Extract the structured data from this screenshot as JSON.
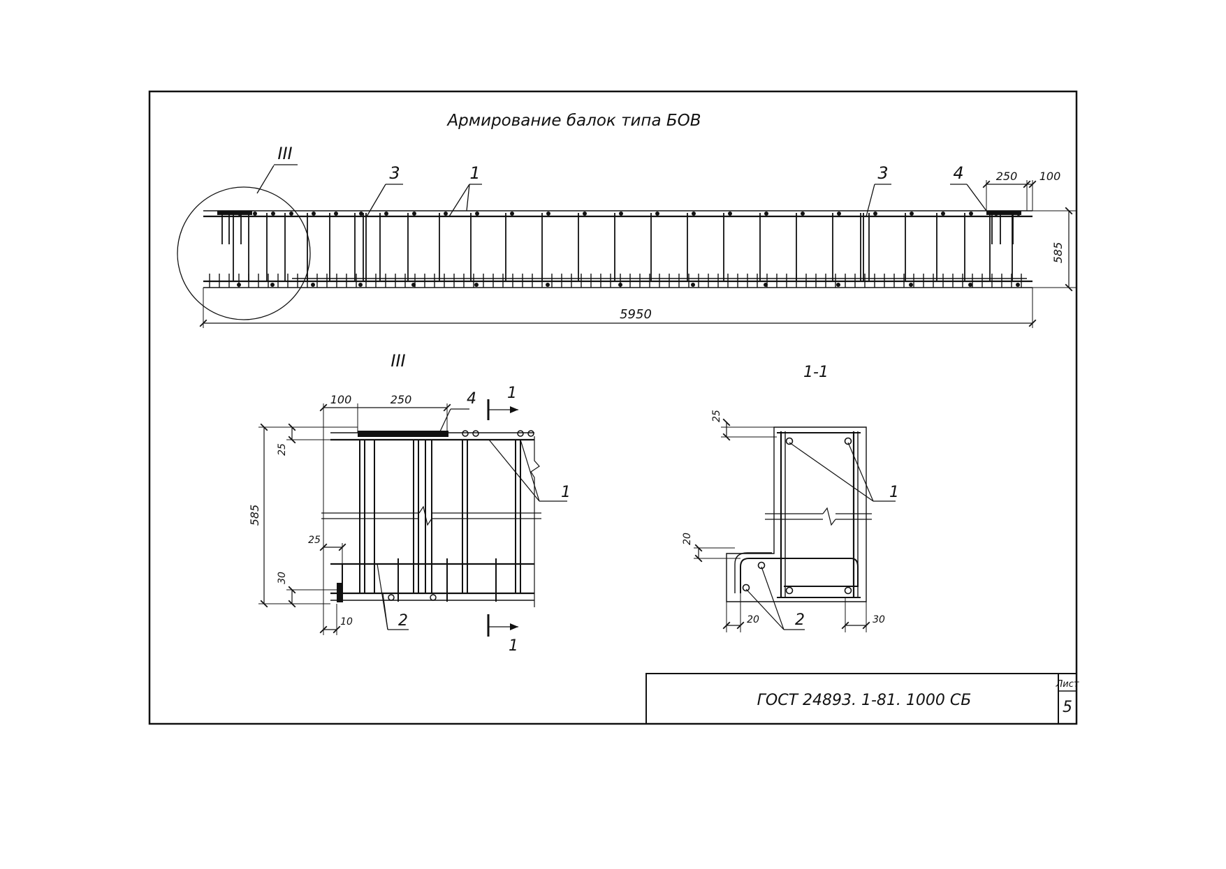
{
  "title": "Армирование балок типа БОВ",
  "main_view": {
    "detail_callout": "III",
    "leaders": {
      "stirrup_left": "3",
      "longitudinal": "1",
      "stirrup_right": "3",
      "plate": "4"
    },
    "dims": {
      "plate_width": "250",
      "plate_offset": "100",
      "height": "585",
      "length": "5950"
    }
  },
  "detail_view": {
    "title": "III",
    "section_mark": "1",
    "dims": {
      "offset": "100",
      "plate": "250",
      "height": "585",
      "top_cover": "25",
      "side_cover": "25",
      "bottom_cover": "30",
      "bar_offset": "10"
    },
    "leaders": {
      "plate": "4",
      "top_bars": "1",
      "bottom_bars": "2"
    }
  },
  "section_view": {
    "title": "1-1",
    "dims": {
      "top": "25",
      "step": "20",
      "bottom_left": "20",
      "bottom_right": "30"
    },
    "leaders": {
      "top_bars": "1",
      "bottom_bars": "2"
    }
  },
  "stamp": {
    "code": "ГОСТ 24893. 1-81. 1000 СБ",
    "sheet_label": "Лист",
    "sheet_number": "5"
  }
}
